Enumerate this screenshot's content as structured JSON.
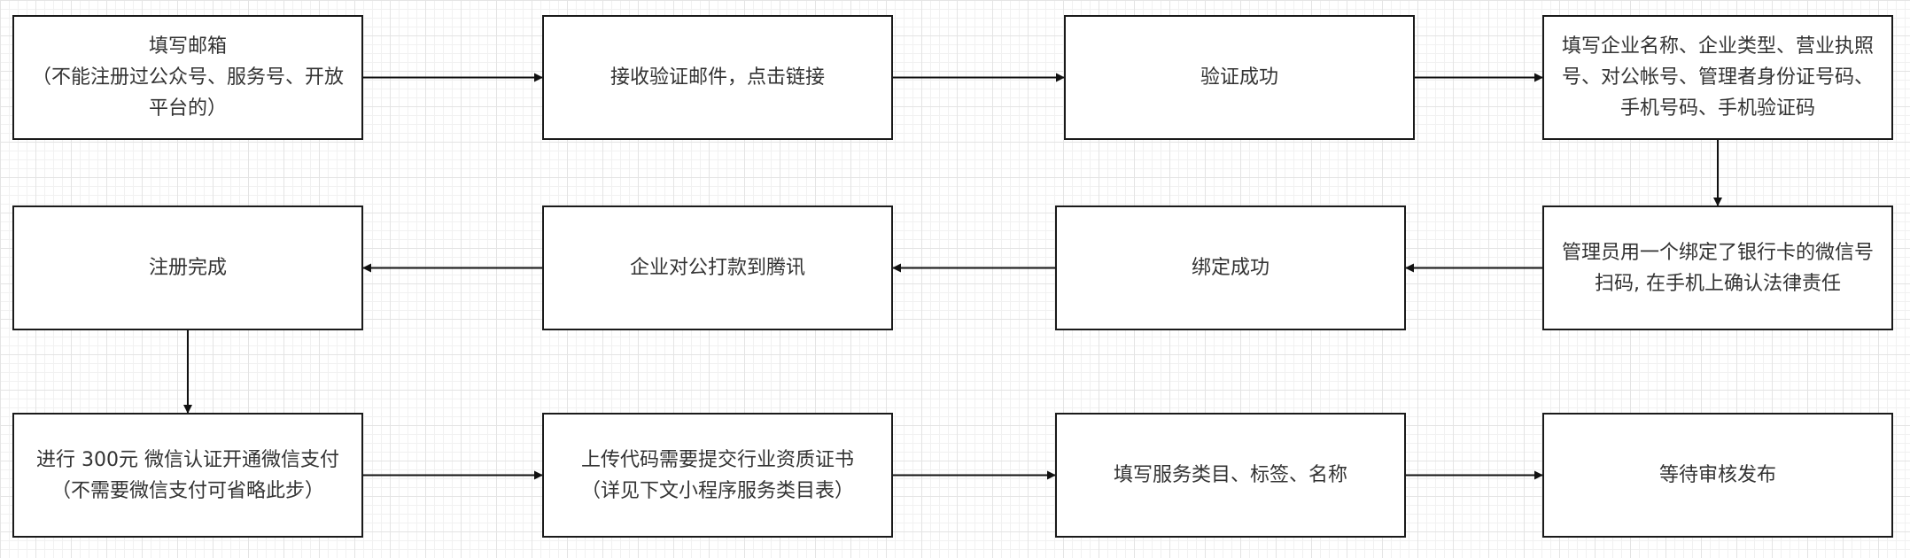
{
  "diagram": {
    "nodes": {
      "n1": "填写邮箱\n（不能注册过公众号、服务号、开放平台的）",
      "n2": "接收验证邮件，点击链接",
      "n3": "验证成功",
      "n4": "填写企业名称、企业类型、营业执照号、对公帐号、管理者身份证号码、手机号码、手机验证码",
      "n5": "管理员用一个绑定了银行卡的微信号扫码, 在手机上确认法律责任",
      "n6": "绑定成功",
      "n7": "企业对公打款到腾讯",
      "n8": "注册完成",
      "n9": "进行 300元 微信认证开通微信支付（不需要微信支付可省略此步）",
      "n10": "上传代码需要提交行业资质证书\n（详见下文小程序服务类目表）",
      "n11": "填写服务类目、标签、名称",
      "n12": "等待审核发布"
    },
    "edges": [
      {
        "from": "n1",
        "to": "n2"
      },
      {
        "from": "n2",
        "to": "n3"
      },
      {
        "from": "n3",
        "to": "n4"
      },
      {
        "from": "n4",
        "to": "n5"
      },
      {
        "from": "n5",
        "to": "n6"
      },
      {
        "from": "n6",
        "to": "n7"
      },
      {
        "from": "n7",
        "to": "n8"
      },
      {
        "from": "n8",
        "to": "n9"
      },
      {
        "from": "n9",
        "to": "n10"
      },
      {
        "from": "n10",
        "to": "n11"
      },
      {
        "from": "n11",
        "to": "n12"
      }
    ],
    "colors": {
      "node_border": "#1a1a1a",
      "node_fill": "#ffffff",
      "text": "#333333",
      "arrow": "#111111"
    }
  }
}
